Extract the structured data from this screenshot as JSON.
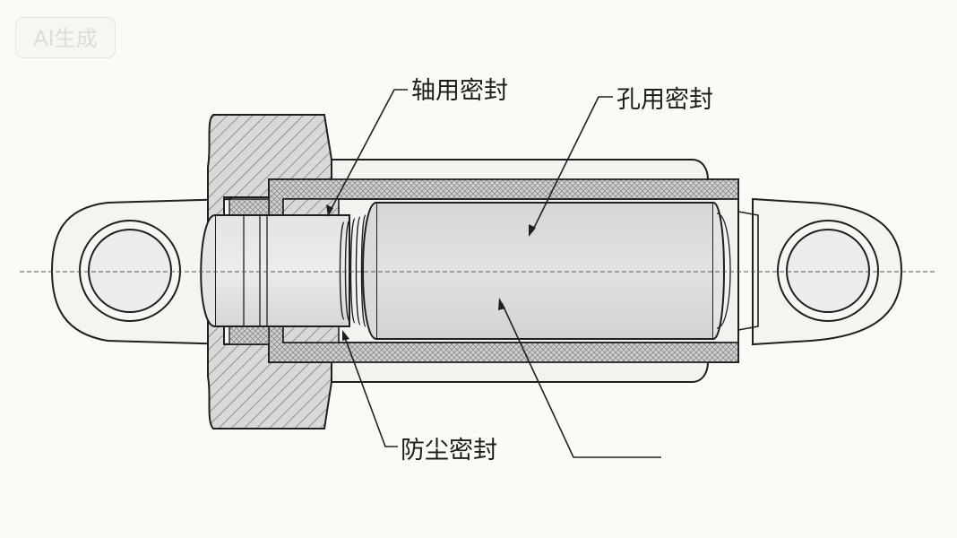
{
  "watermark": "AI生成",
  "labels": {
    "shaft_seal": "轴用密封",
    "bore_seal": "孔用密封",
    "dust_seal": "防尘密封"
  },
  "colors": {
    "background": "#fbfbf6",
    "outline": "#1f1f1f",
    "piston_fill": "#dedede",
    "rod_fill": "#e8e8e8",
    "hatch_fill": "#d8d8d8",
    "seal_crosshatch": "#cfcfcf"
  }
}
